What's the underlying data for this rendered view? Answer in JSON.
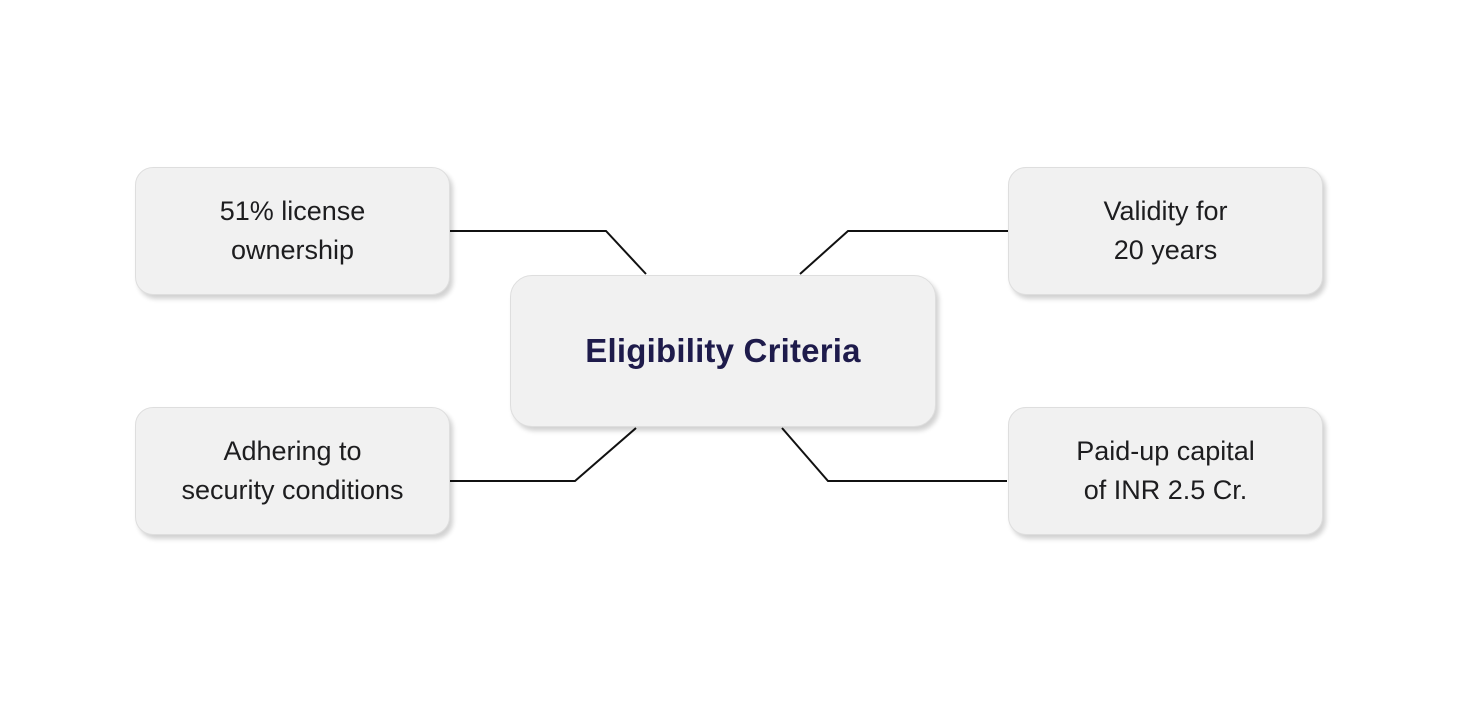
{
  "title": "Eligibility Criteria",
  "diagram": {
    "center": {
      "id": "eligibility-criteria",
      "label": "Eligibility Criteria"
    },
    "nodes": [
      {
        "id": "license-ownership",
        "position": "top-left",
        "label": "51% license\nownership"
      },
      {
        "id": "validity",
        "position": "top-right",
        "label": "Validity for\n20 years"
      },
      {
        "id": "security-conditions",
        "position": "bottom-left",
        "label": "Adhering to\nsecurity conditions"
      },
      {
        "id": "paid-up-capital",
        "position": "bottom-right",
        "label": "Paid-up capital\nof INR 2.5 Cr."
      }
    ]
  },
  "colors": {
    "canvas-bg": "#ffffff",
    "node-bg": "#f1f1f1",
    "node-border": "#dedede",
    "node-text": "#1d1d1f",
    "center-text": "#1e1b4b",
    "line": "#111111"
  }
}
